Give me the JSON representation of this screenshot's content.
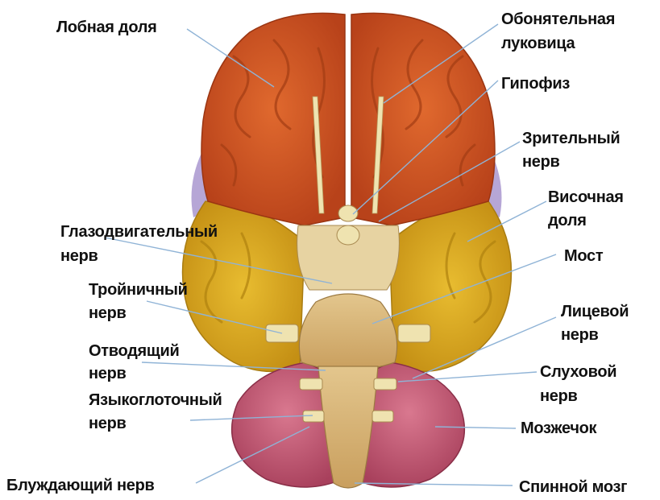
{
  "labels": {
    "frontal_lobe": "Лобная доля",
    "olfactory_bulb_1": "Обонятельная",
    "olfactory_bulb_2": "луковица",
    "pituitary": "Гипофиз",
    "optic_nerve_1": "Зрительный",
    "optic_nerve_2": "нерв",
    "temporal_lobe_1": "Височная",
    "temporal_lobe_2": "доля",
    "oculomotor_1": "Глазодвигательный",
    "oculomotor_2": "нерв",
    "pons": "Мост",
    "trigeminal_1": "Тройничный",
    "trigeminal_2": "нерв",
    "facial_1": "Лицевой",
    "facial_2": "нерв",
    "abducens_1": "Отводящий",
    "abducens_2": "нерв",
    "auditory_1": "Слуховой",
    "auditory_2": "нерв",
    "glossopharyngeal_1": "Языкоглоточный",
    "glossopharyngeal_2": "нерв",
    "cerebellum": "Мозжечок",
    "vagus": "Блуждающий нерв",
    "spinal_cord": "Спинной мозг"
  },
  "colors": {
    "frontal": "#d2531f",
    "temporal": "#d9a81c",
    "cerebellum": "#c45a78",
    "stem": "#d8b67a",
    "nerve": "#efe3b0",
    "leader": "#8fb3d6"
  }
}
